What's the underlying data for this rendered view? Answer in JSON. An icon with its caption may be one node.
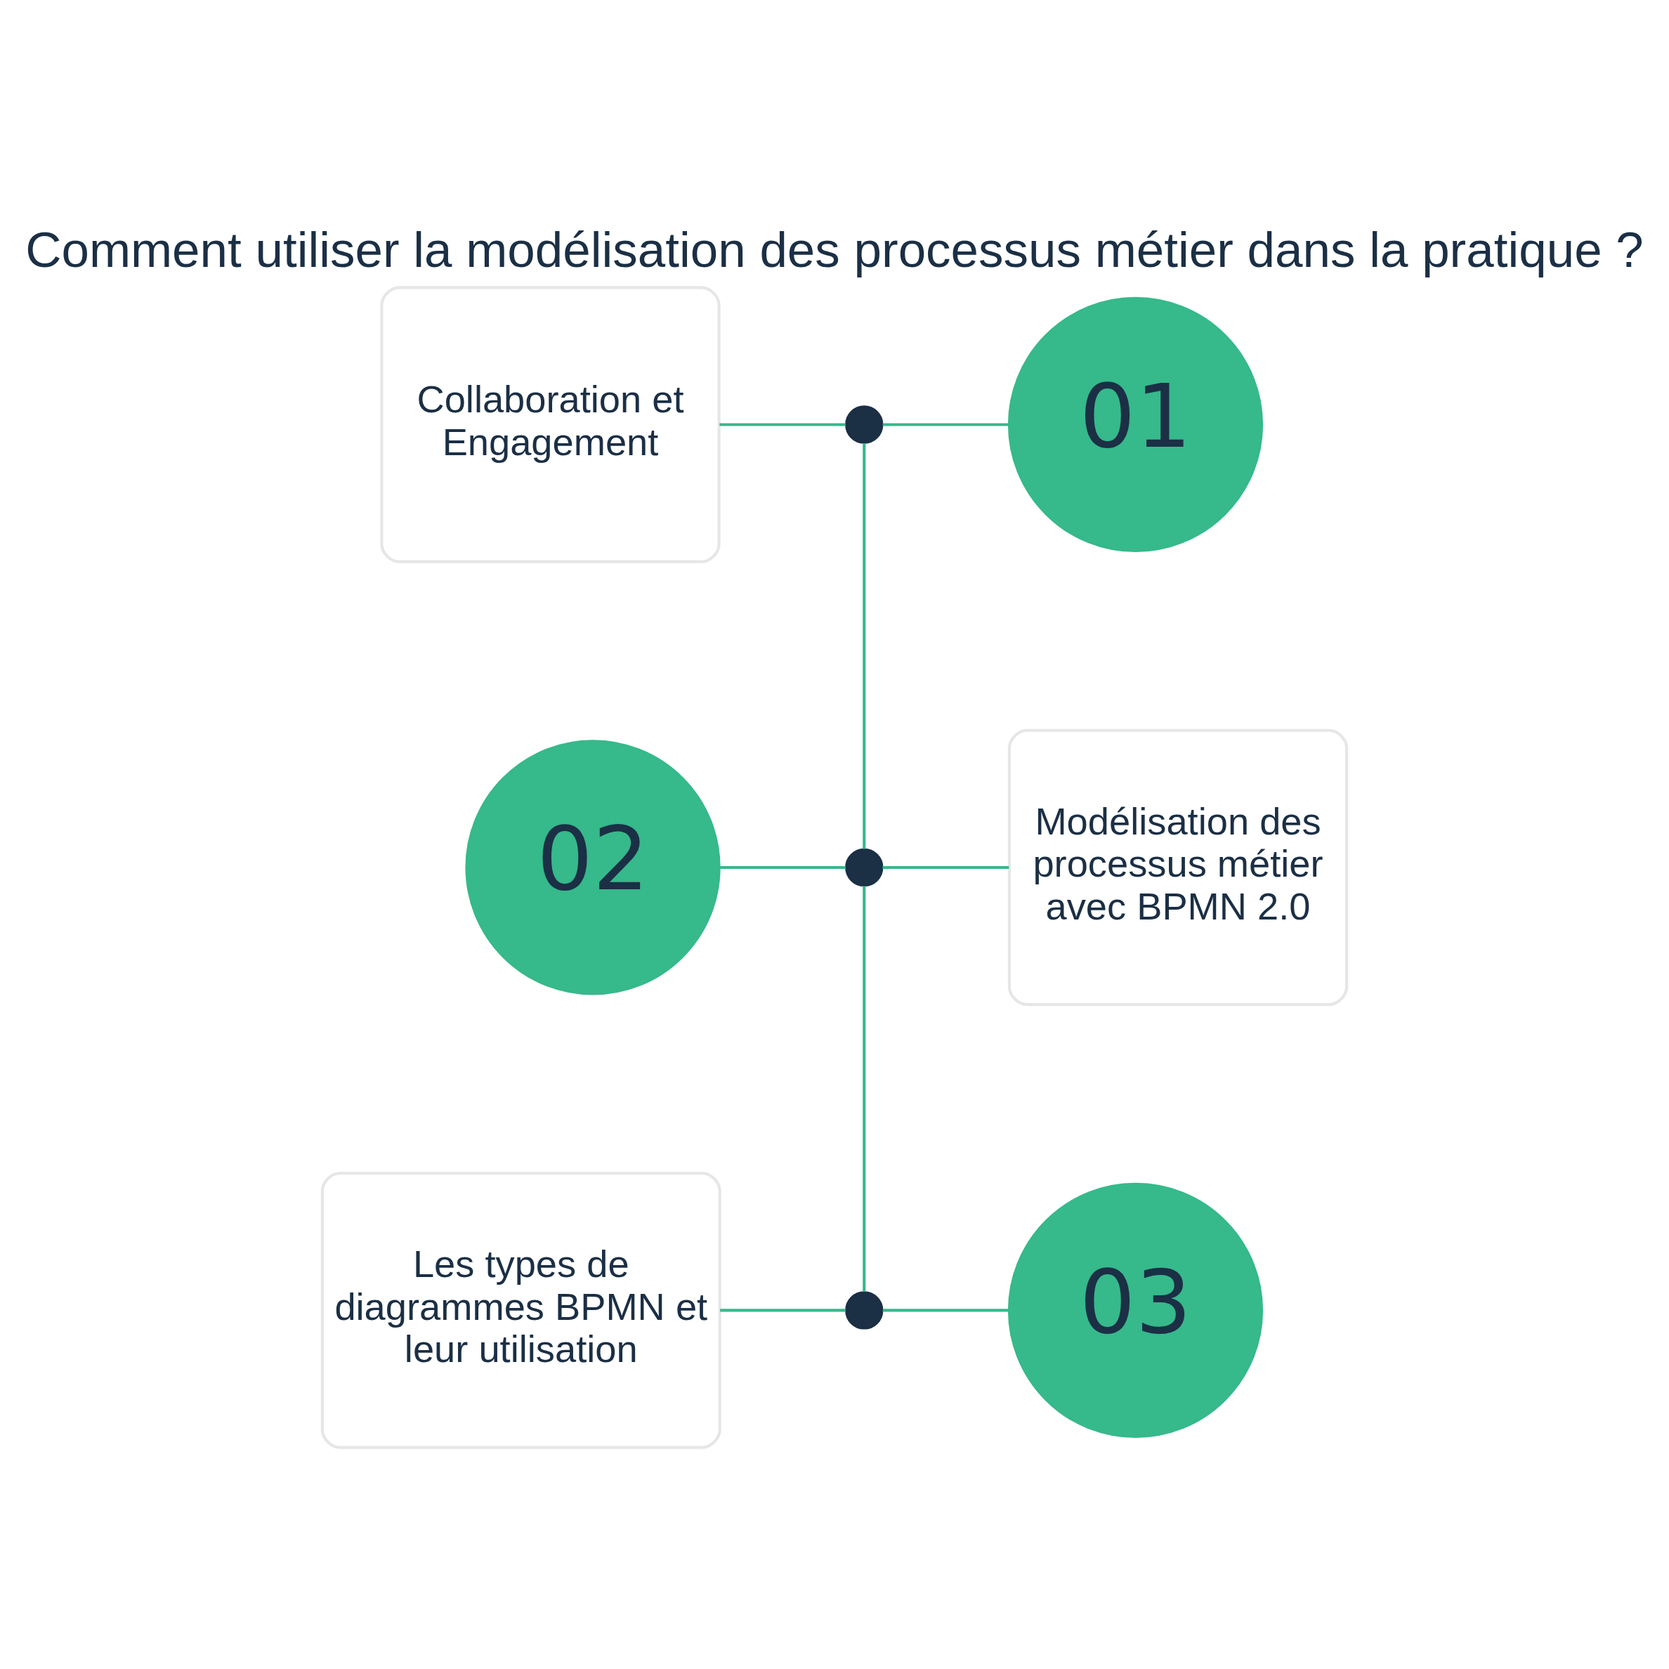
{
  "diagram": {
    "title": "Comment utiliser la modélisation des processus métier dans la pratique ?",
    "nodes": [
      {
        "text": [
          "Collaboration et Engagement"
        ]
      },
      {
        "text": [],
        "shape": "circle"
      },
      {
        "text": [
          "01"
        ]
      },
      {
        "text": [
          "02"
        ]
      },
      {
        "text": [],
        "shape": "circle"
      },
      {
        "text": [
          "Modélisation des processus métier avec BPMN 2.0"
        ]
      },
      {
        "text": [
          "Les types de diagrammes BPMN et leur utilisation"
        ]
      },
      {
        "text": [],
        "shape": "circle"
      },
      {
        "text": [
          "03"
        ]
      }
    ],
    "edges": [
      {
        "from": 0,
        "to": 1,
        "arrow": "none"
      },
      {
        "from": 1,
        "to": 2,
        "arrow": "none"
      },
      {
        "from": 1,
        "to": 4,
        "arrow": "none"
      },
      {
        "from": 3,
        "to": 4,
        "arrow": "none"
      },
      {
        "from": 4,
        "to": 5,
        "arrow": "none"
      },
      {
        "from": 4,
        "to": 7,
        "arrow": "none"
      },
      {
        "from": 6,
        "to": 7,
        "arrow": "none"
      },
      {
        "from": 7,
        "to": 8,
        "arrow": "none"
      }
    ]
  }
}
